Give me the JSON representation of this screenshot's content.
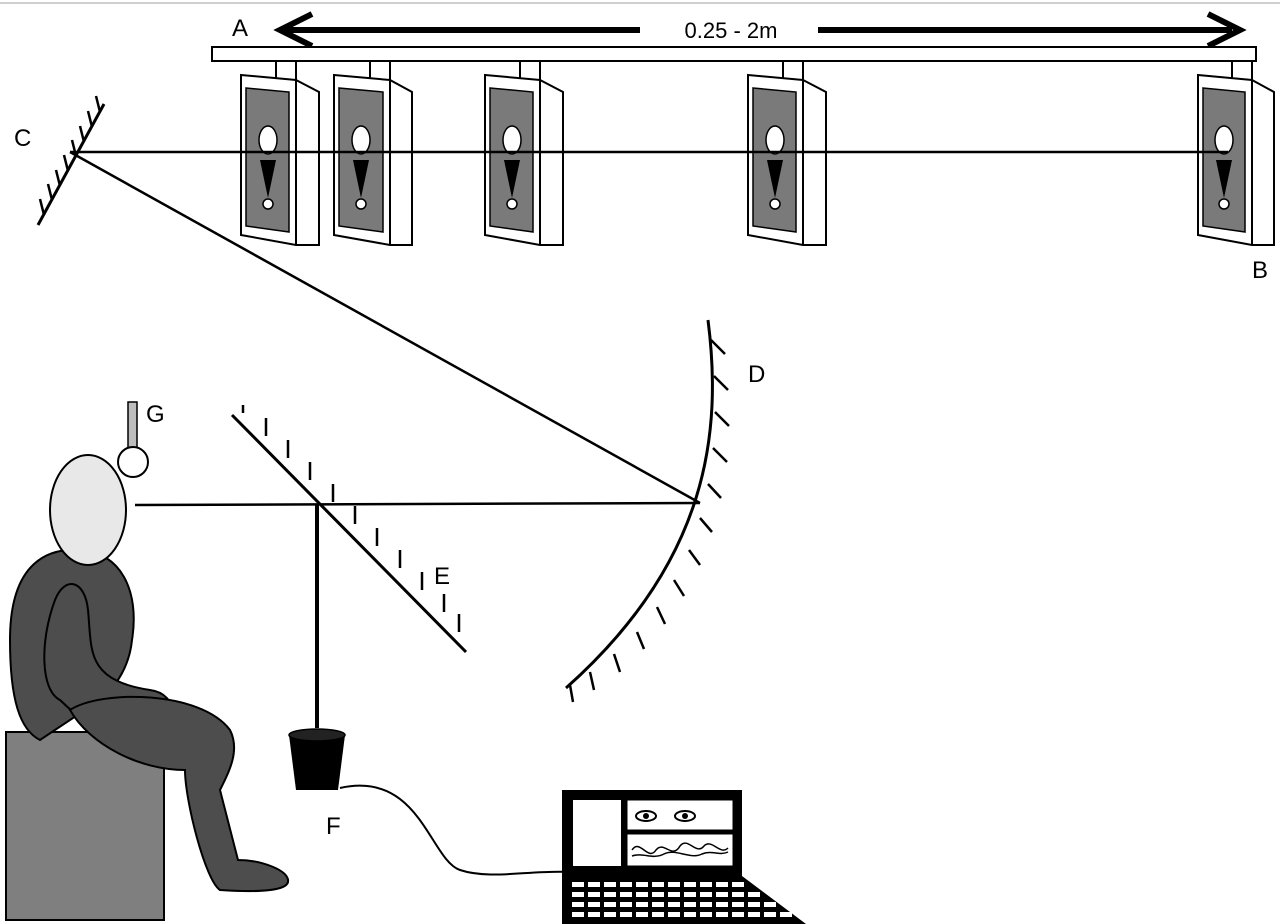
{
  "labels": {
    "a": "A",
    "b": "B",
    "c": "C",
    "d": "D",
    "e": "E",
    "f": "F",
    "g": "G"
  },
  "distance": "0.25 - 2m",
  "colors": {
    "line": "#000000",
    "screen_frame": "#ffffff",
    "screen_inner": "#7a7a7a",
    "figure_body": "#4d4d4d",
    "figure_head": "#e8e8e8",
    "seat": "#7f7f7f",
    "background": "#ffffff"
  },
  "target_count": 5,
  "icons": [
    "target-screen",
    "mirror",
    "concave-mirror",
    "beam-splitter",
    "eye-tracker-camera",
    "laptop-icon",
    "head-sensor"
  ]
}
